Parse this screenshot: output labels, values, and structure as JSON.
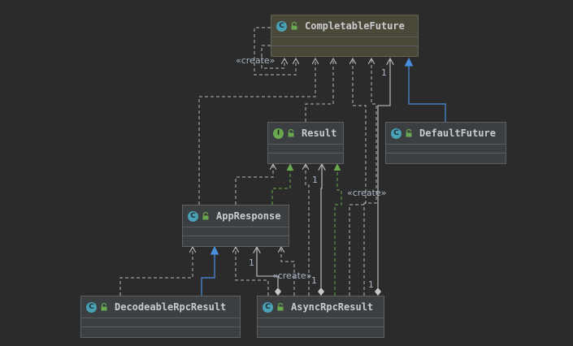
{
  "diagram": {
    "nodes": {
      "completable_future": {
        "name": "CompletableFuture",
        "kind": "class",
        "badge": "C"
      },
      "result": {
        "name": "Result",
        "kind": "interface",
        "badge": "I"
      },
      "default_future": {
        "name": "DefaultFuture",
        "kind": "class",
        "badge": "C"
      },
      "app_response": {
        "name": "AppResponse",
        "kind": "class",
        "badge": "C"
      },
      "decodeable_rpc_result": {
        "name": "DecodeableRpcResult",
        "kind": "class",
        "badge": "C"
      },
      "async_rpc_result": {
        "name": "AsyncRpcResult",
        "kind": "class",
        "badge": "C"
      }
    },
    "labels": {
      "create_cf": "«create»",
      "create_result": "«create»",
      "create_app": "«create»",
      "mult_cf": "1",
      "mult_result": "1",
      "mult_app": "1",
      "mult_async_a": "1",
      "mult_async_b": "1"
    },
    "colors": {
      "background": "#2b2b2b",
      "dependency_line": "#b7b7b7",
      "inheritance_line": "#4a8fe0",
      "implementation_line": "#6aa84f",
      "selected_node": "#4a4838"
    }
  }
}
